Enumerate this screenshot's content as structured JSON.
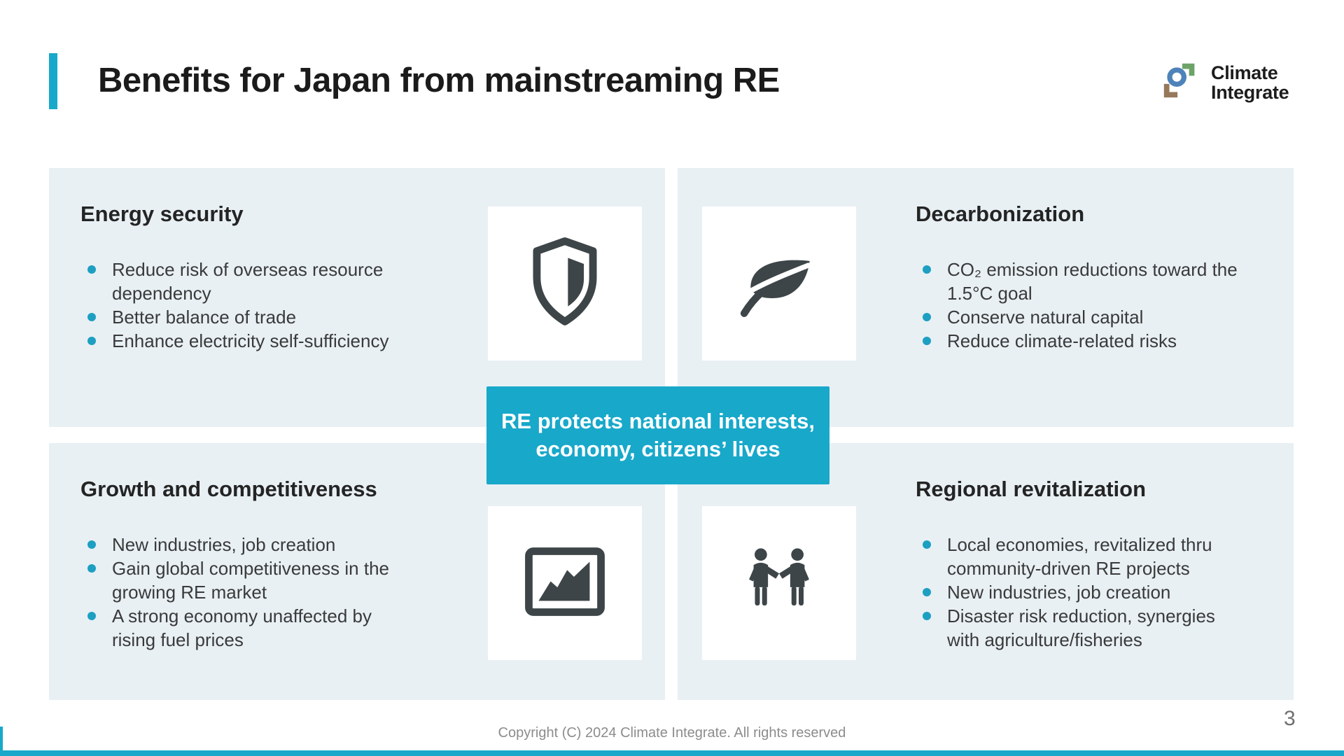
{
  "slide": {
    "title": "Benefits for Japan from mainstreaming RE",
    "footer": "Copyright (C) 2024 Climate Integrate. All rights reserved",
    "page_number": "3",
    "accent_color": "#18a8ca",
    "panel_bg_color": "#e8f0f4",
    "bullet_color": "#1d9fc2",
    "icon_color": "#3d4548"
  },
  "logo": {
    "name_line1": "Climate",
    "name_line2": "Integrate",
    "ring_color": "#4e83b9",
    "bracket_green_color": "#6da369",
    "bracket_brown_color": "#96785a"
  },
  "callout": {
    "line1": "RE protects national interests,",
    "line2": "economy, citizens’ lives"
  },
  "panels": [
    {
      "title": "Energy security",
      "icon": "shield-icon",
      "bullets": [
        "Reduce risk of overseas resource\ndependency",
        "Better balance of trade",
        "Enhance electricity self-sufficiency"
      ]
    },
    {
      "title": "Decarbonization",
      "icon": "leaf-icon",
      "bullets": [
        "CO₂ emission reductions toward the\n1.5°C goal",
        "Conserve natural capital",
        "Reduce climate-related risks"
      ]
    },
    {
      "title": "Growth and competitiveness",
      "icon": "chart-icon",
      "bullets": [
        "New industries, job creation",
        "Gain global competitiveness in the\ngrowing RE market",
        "A strong economy unaffected by\nrising fuel prices"
      ]
    },
    {
      "title": "Regional revitalization",
      "icon": "handshake-icon",
      "bullets": [
        "Local economies, revitalized thru\ncommunity-driven RE projects",
        "New industries, job creation",
        "Disaster risk reduction, synergies\nwith agriculture/fisheries"
      ]
    }
  ]
}
